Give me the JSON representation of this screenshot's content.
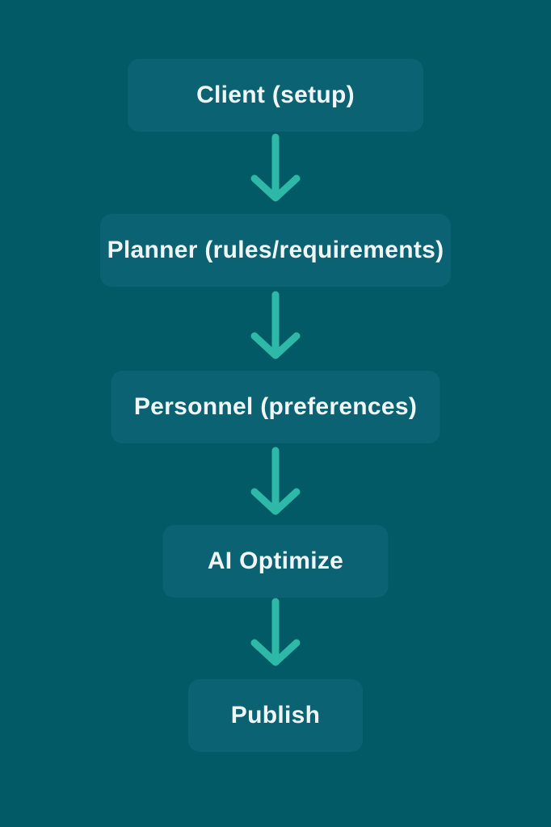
{
  "diagram": {
    "type": "flowchart",
    "direction": "top-down",
    "nodes": [
      {
        "id": "client",
        "label": "Client (setup)"
      },
      {
        "id": "planner",
        "label": "Planner (rules/requirements)"
      },
      {
        "id": "personnel",
        "label": "Personnel (preferences)"
      },
      {
        "id": "ai-optimize",
        "label": "AI Optimize"
      },
      {
        "id": "publish",
        "label": "Publish"
      }
    ],
    "edges": [
      {
        "from": "client",
        "to": "planner"
      },
      {
        "from": "planner",
        "to": "personnel"
      },
      {
        "from": "personnel",
        "to": "ai-optimize"
      },
      {
        "from": "ai-optimize",
        "to": "publish"
      }
    ],
    "colors": {
      "background": "#015A66",
      "node_fill": "#0B6272",
      "node_text": "#F0F6F6",
      "arrow": "#2DB8A8"
    }
  }
}
